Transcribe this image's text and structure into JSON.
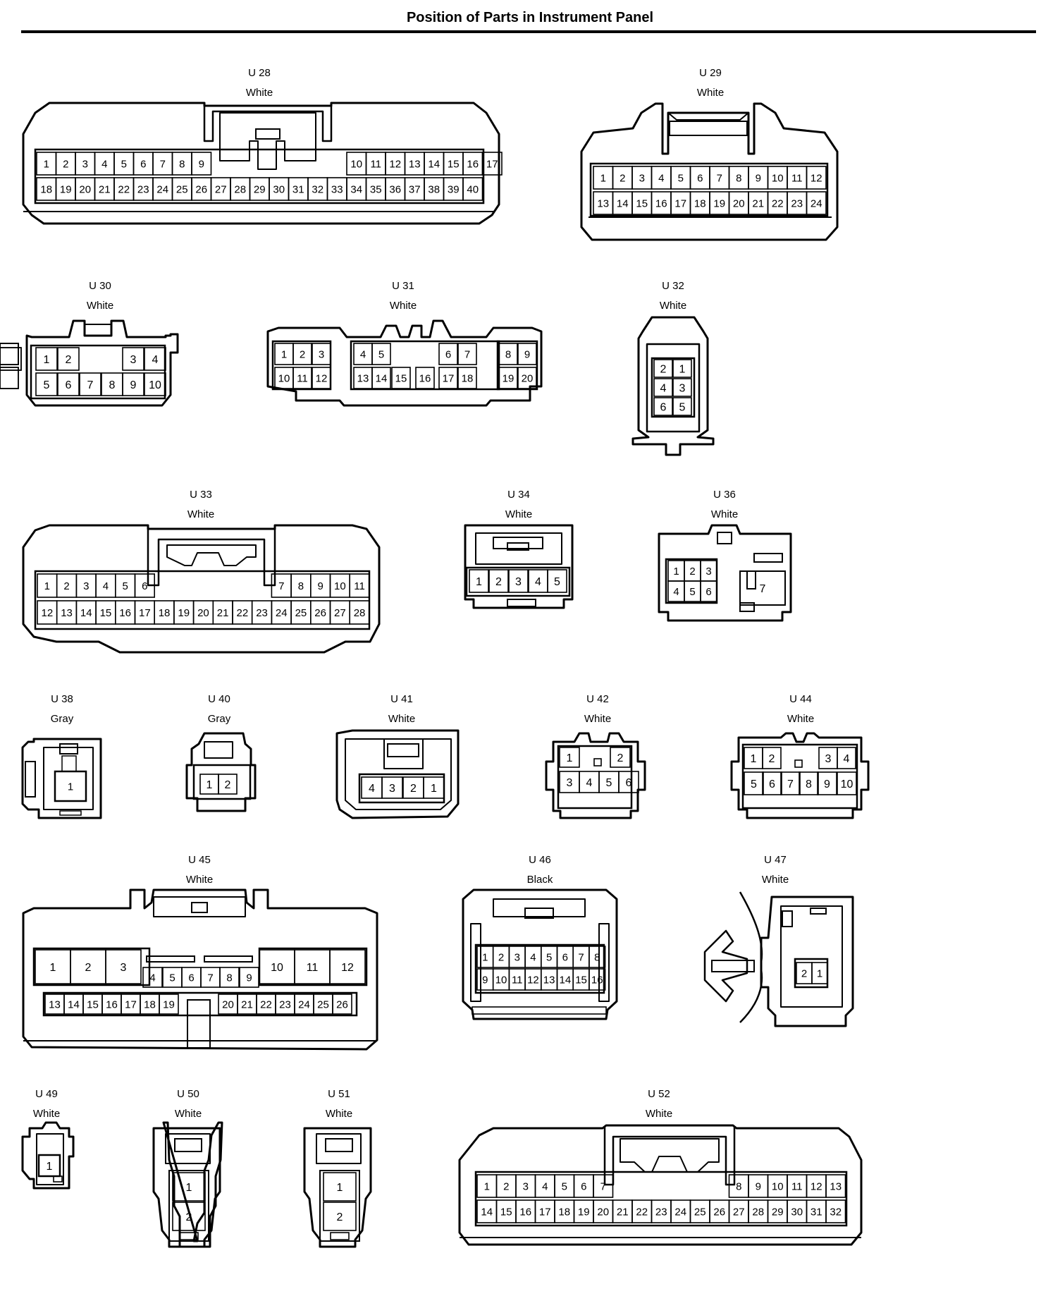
{
  "title": "Position of Parts in Instrument Panel",
  "connectors": [
    {
      "id": "U28",
      "code": "U 28",
      "color": "White",
      "rows": [
        [
          "1",
          "2",
          "3",
          "4",
          "5",
          "6",
          "7",
          "8",
          "9",
          "",
          "",
          "",
          "",
          "",
          "",
          "",
          "10",
          "11",
          "12",
          "13",
          "14",
          "15",
          "16",
          "17"
        ],
        [
          "18",
          "19",
          "20",
          "21",
          "22",
          "23",
          "24",
          "25",
          "26",
          "27",
          "28",
          "29",
          "30",
          "31",
          "32",
          "33",
          "34",
          "35",
          "36",
          "37",
          "38",
          "39",
          "40"
        ]
      ]
    },
    {
      "id": "U29",
      "code": "U 29",
      "color": "White",
      "rows": [
        [
          "1",
          "2",
          "3",
          "4",
          "5",
          "6",
          "7",
          "8",
          "9",
          "10",
          "11",
          "12"
        ],
        [
          "13",
          "14",
          "15",
          "16",
          "17",
          "18",
          "19",
          "20",
          "21",
          "22",
          "23",
          "24"
        ]
      ]
    },
    {
      "id": "U30",
      "code": "U 30",
      "color": "White",
      "rows": [
        [
          "1",
          "2",
          "",
          "",
          "3",
          "4"
        ],
        [
          "5",
          "6",
          "7",
          "8",
          "9",
          "10"
        ]
      ]
    },
    {
      "id": "U31",
      "code": "U 31",
      "color": "White",
      "rows": [
        [
          "1",
          "2",
          "3",
          "",
          "4",
          "5",
          "",
          "",
          "6",
          "7",
          "",
          "8",
          "9"
        ],
        [
          "10",
          "11",
          "12",
          "",
          "13",
          "14",
          "15",
          "16",
          "17",
          "18",
          "",
          "19",
          "20"
        ]
      ]
    },
    {
      "id": "U32",
      "code": "U 32",
      "color": "White",
      "rows": [
        [
          "2",
          "1"
        ],
        [
          "4",
          "3"
        ],
        [
          "6",
          "5"
        ]
      ]
    },
    {
      "id": "U33",
      "code": "U 33",
      "color": "White",
      "rows": [
        [
          "1",
          "2",
          "3",
          "4",
          "5",
          "6",
          "",
          "",
          "",
          "",
          "",
          "",
          "7",
          "8",
          "9",
          "10",
          "11"
        ],
        [
          "12",
          "13",
          "14",
          "15",
          "16",
          "17",
          "18",
          "19",
          "20",
          "21",
          "22",
          "23",
          "24",
          "25",
          "26",
          "27",
          "28"
        ]
      ]
    },
    {
      "id": "U34",
      "code": "U 34",
      "color": "White",
      "rows": [
        [
          "1",
          "2",
          "3",
          "4",
          "5"
        ]
      ]
    },
    {
      "id": "U36",
      "code": "U 36",
      "color": "White",
      "rows": [
        [
          "1",
          "2",
          "3"
        ],
        [
          "4",
          "5",
          "6"
        ],
        [
          "7"
        ]
      ]
    },
    {
      "id": "U38",
      "code": "U 38",
      "color": "Gray",
      "rows": [
        [
          "1"
        ]
      ]
    },
    {
      "id": "U40",
      "code": "U 40",
      "color": "Gray",
      "rows": [
        [
          "1",
          "2"
        ]
      ]
    },
    {
      "id": "U41",
      "code": "U 41",
      "color": "White",
      "rows": [
        [
          "4",
          "3",
          "2",
          "1"
        ]
      ]
    },
    {
      "id": "U42",
      "code": "U 42",
      "color": "White",
      "rows": [
        [
          "1",
          "2"
        ],
        [
          "3",
          "4",
          "5",
          "6"
        ]
      ]
    },
    {
      "id": "U44",
      "code": "U 44",
      "color": "White",
      "rows": [
        [
          "1",
          "2",
          "3",
          "4"
        ],
        [
          "5",
          "6",
          "7",
          "8",
          "9",
          "10"
        ]
      ]
    },
    {
      "id": "U45",
      "code": "U 45",
      "color": "White",
      "rows": [
        [
          "1",
          "2",
          "3",
          "10",
          "11",
          "12"
        ],
        [
          "4",
          "5",
          "6",
          "7",
          "8",
          "9"
        ],
        [
          "13",
          "14",
          "15",
          "16",
          "17",
          "18",
          "19",
          "20",
          "21",
          "22",
          "23",
          "24",
          "25",
          "26"
        ]
      ]
    },
    {
      "id": "U46",
      "code": "U 46",
      "color": "Black",
      "rows": [
        [
          "1",
          "2",
          "3",
          "4",
          "5",
          "6",
          "7",
          "8"
        ],
        [
          "9",
          "10",
          "11",
          "12",
          "13",
          "14",
          "15",
          "16"
        ]
      ]
    },
    {
      "id": "U47",
      "code": "U 47",
      "color": "White",
      "rows": [
        [
          "2",
          "1"
        ]
      ]
    },
    {
      "id": "U49",
      "code": "U 49",
      "color": "White",
      "rows": [
        [
          "1"
        ]
      ]
    },
    {
      "id": "U50",
      "code": "U 50",
      "color": "White",
      "rows": [
        [
          "1"
        ],
        [
          "2"
        ]
      ]
    },
    {
      "id": "U51",
      "code": "U 51",
      "color": "White",
      "rows": [
        [
          "1"
        ],
        [
          "2"
        ]
      ]
    },
    {
      "id": "U52",
      "code": "U 52",
      "color": "White",
      "rows": [
        [
          "1",
          "2",
          "3",
          "4",
          "5",
          "6",
          "7",
          "",
          "",
          "",
          "",
          "",
          "",
          "8",
          "9",
          "10",
          "11",
          "12",
          "13"
        ],
        [
          "14",
          "15",
          "16",
          "17",
          "18",
          "19",
          "20",
          "21",
          "22",
          "23",
          "24",
          "25",
          "26",
          "27",
          "28",
          "29",
          "30",
          "31",
          "32"
        ]
      ]
    }
  ]
}
